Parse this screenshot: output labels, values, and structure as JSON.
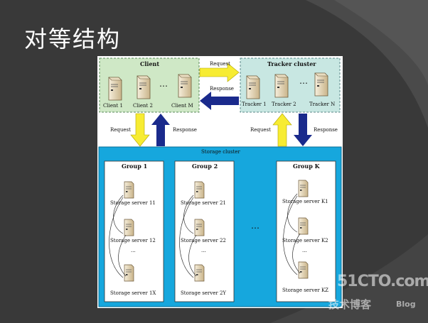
{
  "slide": {
    "title": "对等结构"
  },
  "diagram": {
    "client_box": {
      "title": "Client",
      "nodes": [
        "Client 1",
        "Client 2",
        "Client M"
      ],
      "ellipsis": "…"
    },
    "tracker_box": {
      "title": "Tracker cluster",
      "nodes": [
        "Tracker 1",
        "Tracker 2",
        "Tracker N"
      ],
      "ellipsis": "…"
    },
    "top_arrows": {
      "request": "Request",
      "response": "Response"
    },
    "left_arrows": {
      "request": "Request",
      "response": "Response"
    },
    "right_arrows": {
      "request": "Request",
      "response": "Response"
    },
    "storage": {
      "title": "Storage cluster",
      "groups": [
        {
          "title": "Group 1",
          "servers": [
            "Storage server 11",
            "Storage server 12",
            "Storage server 1X"
          ],
          "ellipsis": "..."
        },
        {
          "title": "Group 2",
          "servers": [
            "Storage server 21",
            "Storage server 22",
            "Storage server 2Y"
          ],
          "ellipsis": "..."
        },
        {
          "title": "Group K",
          "servers": [
            "Storage server K1",
            "Storage server K2",
            "Storage server KZ"
          ],
          "ellipsis": "..."
        }
      ],
      "between_groups": "…"
    }
  },
  "watermark": {
    "site": "51CTO.com",
    "sub": "技术博客",
    "blog": "Blog"
  },
  "colors": {
    "client_fill": "#cfe8c6",
    "tracker_fill": "#c8e7e2",
    "storage_fill": "#16a7dd",
    "arrow_yellow": "#f7ec32",
    "arrow_navy": "#1a2a8c"
  }
}
